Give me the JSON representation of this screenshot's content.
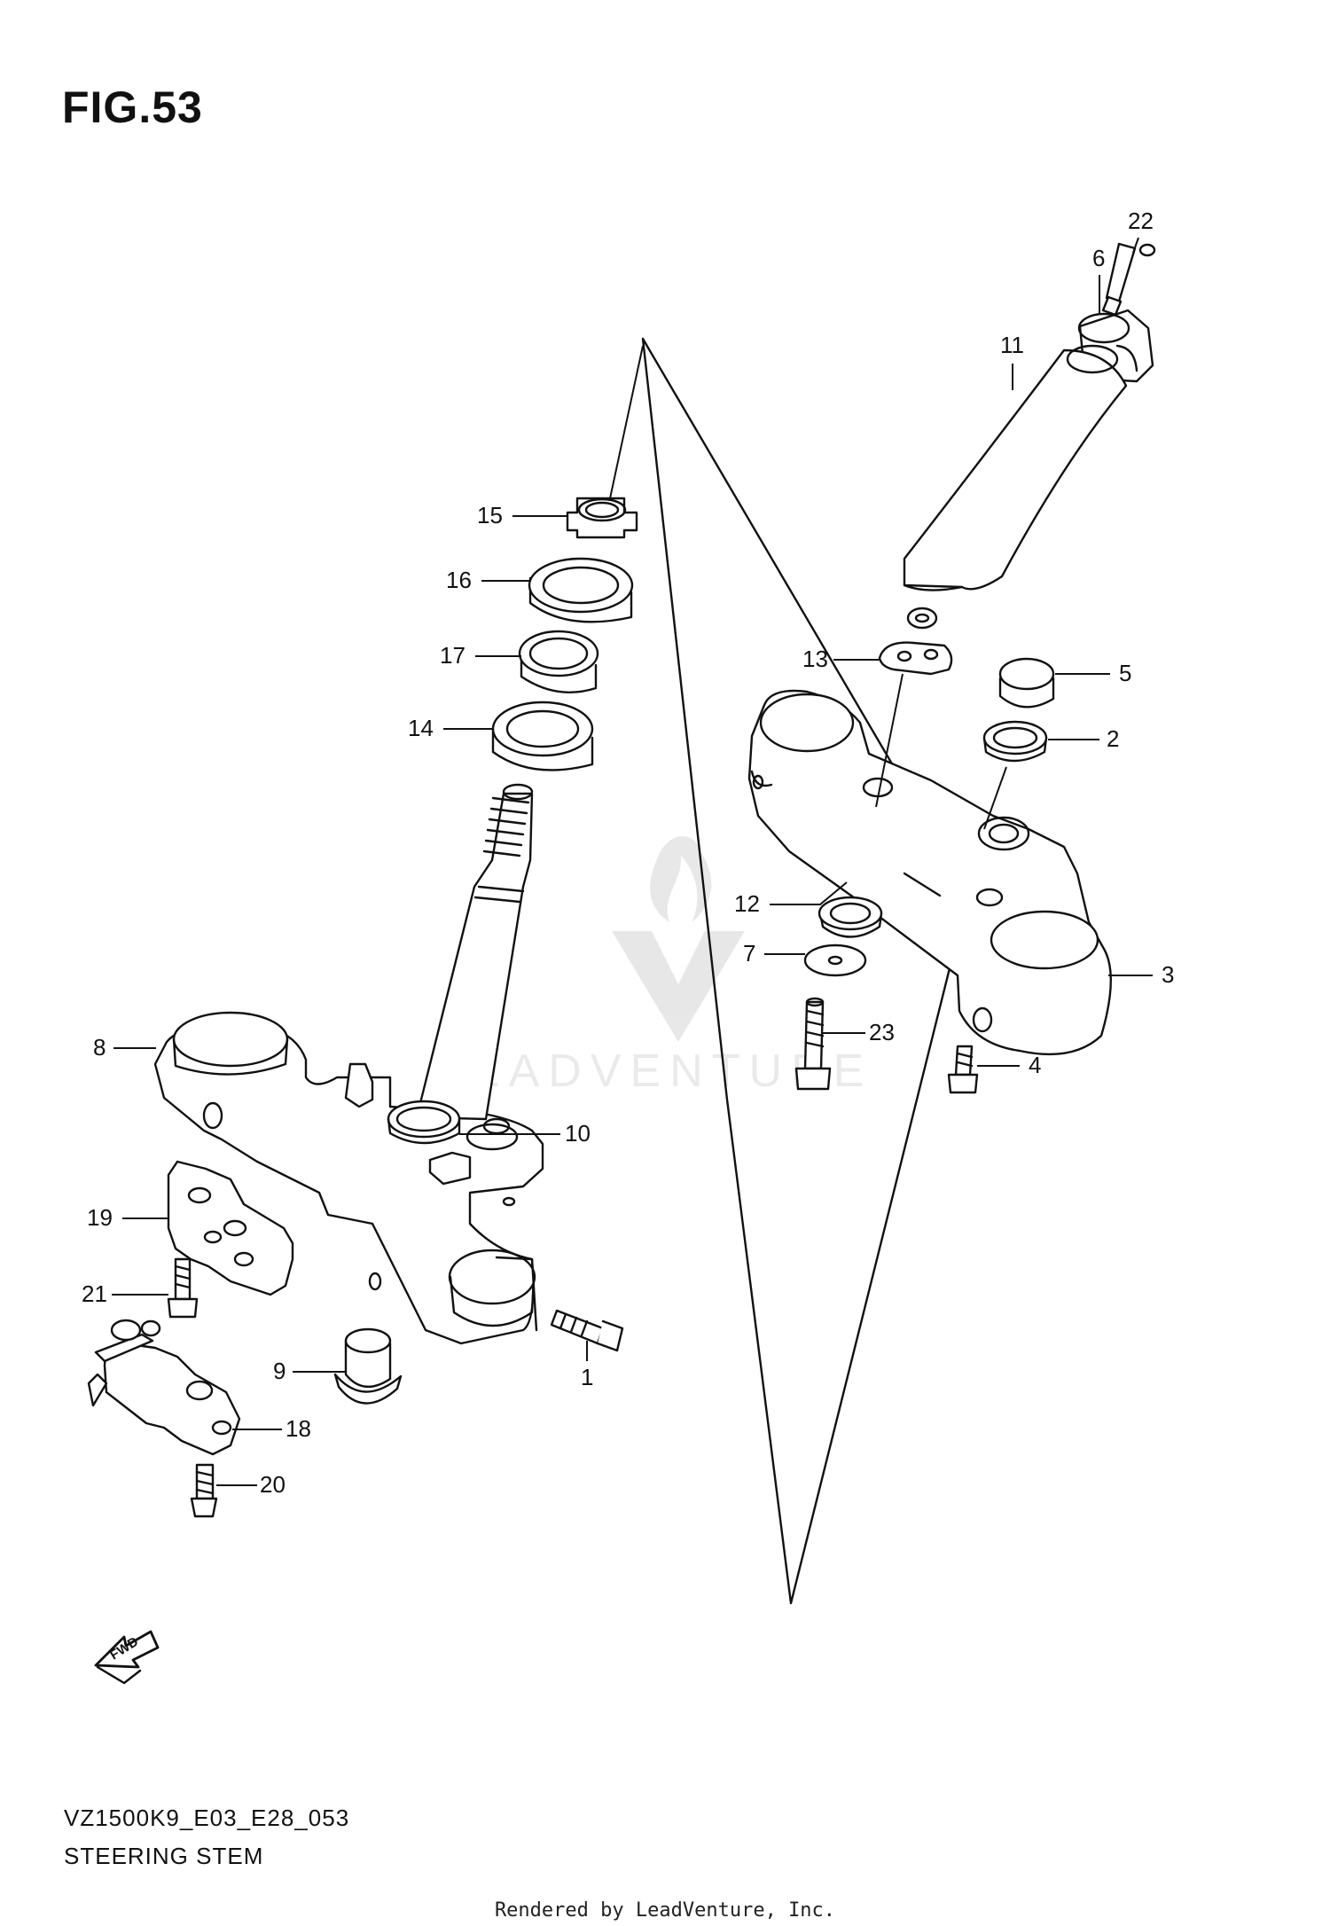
{
  "figure": {
    "title": "FIG.53",
    "model_code": "VZ1500K9_E03_E28_053",
    "subtitle": "STEERING STEM",
    "fwd_label": "FWD",
    "watermark": "LEADVENTURE",
    "footer": "Rendered by LeadVenture, Inc."
  },
  "callouts": [
    {
      "num": "1"
    },
    {
      "num": "2"
    },
    {
      "num": "3"
    },
    {
      "num": "4"
    },
    {
      "num": "5"
    },
    {
      "num": "6"
    },
    {
      "num": "7"
    },
    {
      "num": "8"
    },
    {
      "num": "9"
    },
    {
      "num": "10"
    },
    {
      "num": "11"
    },
    {
      "num": "12"
    },
    {
      "num": "13"
    },
    {
      "num": "14"
    },
    {
      "num": "15"
    },
    {
      "num": "16"
    },
    {
      "num": "17"
    },
    {
      "num": "18"
    },
    {
      "num": "19"
    },
    {
      "num": "20"
    },
    {
      "num": "21"
    },
    {
      "num": "22"
    },
    {
      "num": "23"
    }
  ]
}
